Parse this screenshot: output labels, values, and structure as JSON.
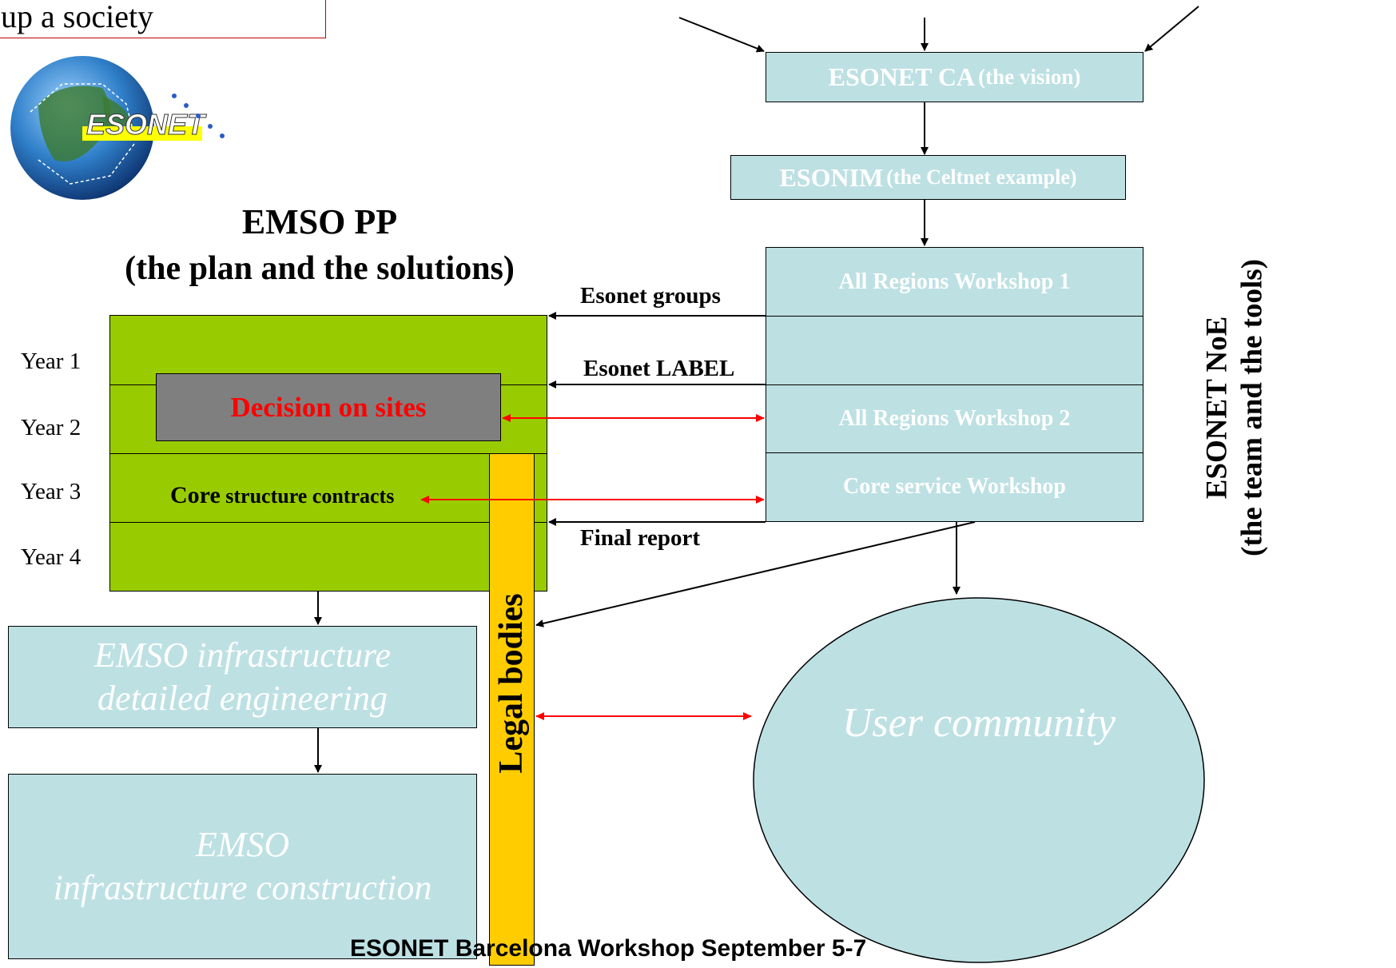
{
  "header": {
    "top_left_fragment": "up a society"
  },
  "logo": {
    "text": "ESONET"
  },
  "emso_pp": {
    "title": "EMSO PP",
    "subtitle": "(the plan and the solutions)",
    "years": [
      "Year 1",
      "Year 2",
      "Year 3",
      "Year 4"
    ],
    "decision": "Decision on sites",
    "core_bold": "Core",
    "core_rest": " structure contracts"
  },
  "flow": {
    "ca_bold": "ESONET CA",
    "ca_rest": " (the vision)",
    "esonim_bold": "ESONIM",
    "esonim_rest": " (the Celtnet example)",
    "workshop1": "All Regions Workshop 1",
    "workshop2": "All Regions Workshop  2",
    "core_workshop": "Core service Workshop"
  },
  "links": {
    "groups": "Esonet groups",
    "label": "Esonet LABEL",
    "final": "Final report"
  },
  "side": {
    "noe_line1": "ESONET NoE",
    "noe_line2": "(the team and the tools)"
  },
  "legal": "Legal bodies",
  "infra": {
    "engineering_line1": "EMSO infrastructure",
    "engineering_line2": "detailed engineering",
    "construction_line1": "EMSO",
    "construction_line2": "infrastructure construction"
  },
  "community": "User community",
  "footer": "ESONET  Barcelona Workshop September 5-7"
}
